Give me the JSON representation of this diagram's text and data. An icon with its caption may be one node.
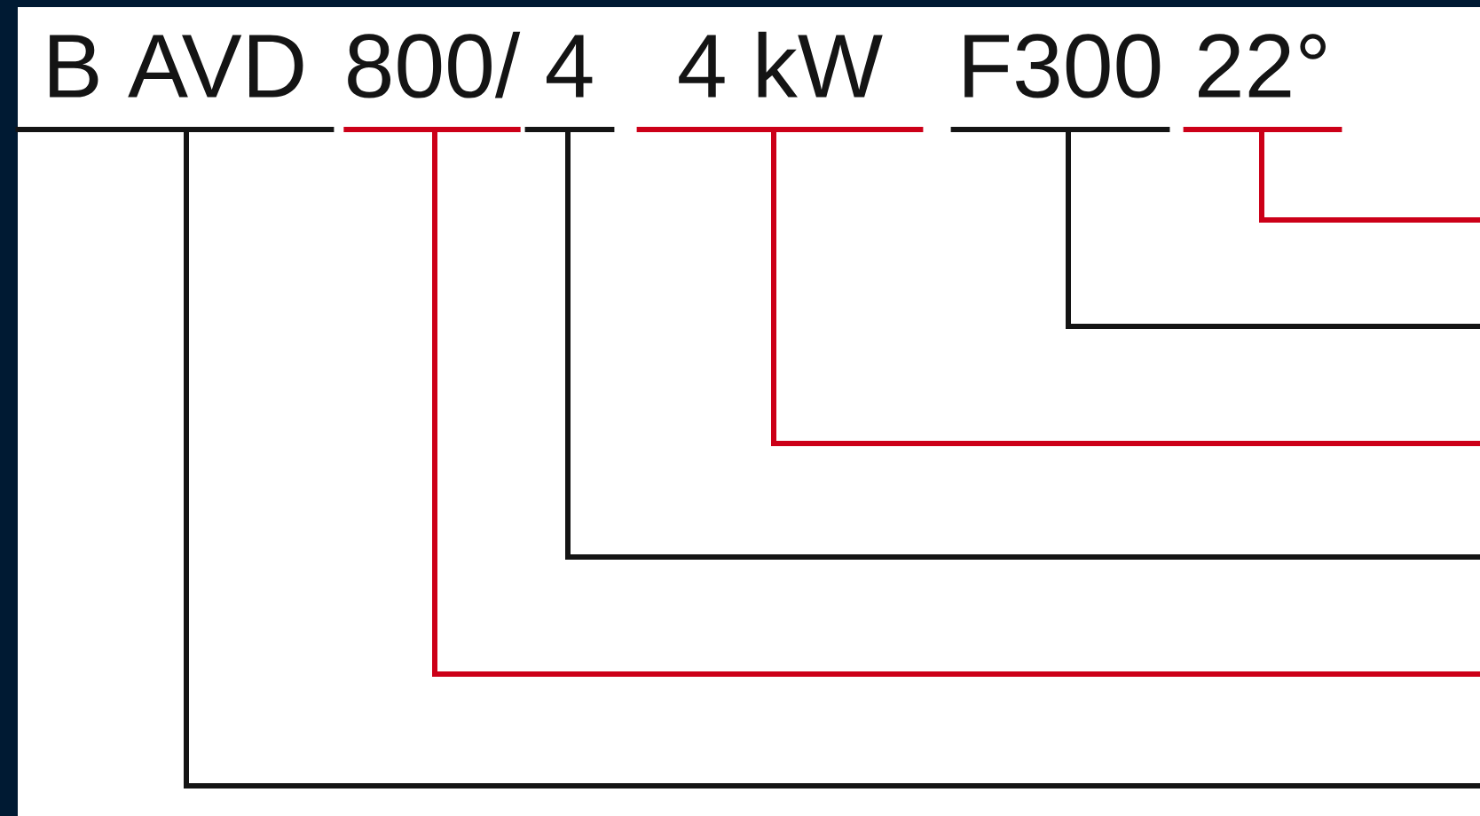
{
  "diagram": {
    "nodes": [
      {
        "text": [
          "B AVD"
        ]
      },
      {
        "text": [
          "800/"
        ]
      },
      {
        "text": [
          "4"
        ]
      },
      {
        "text": [
          "4 kW"
        ]
      },
      {
        "text": [
          "F300"
        ]
      },
      {
        "text": [
          "22°"
        ]
      }
    ],
    "edges": [
      {
        "from": 0,
        "to": null,
        "arrow": "none"
      },
      {
        "from": 1,
        "to": null,
        "arrow": "none",
        "color": "#cc0018"
      },
      {
        "from": 2,
        "to": null,
        "arrow": "none"
      },
      {
        "from": 3,
        "to": null,
        "arrow": "none",
        "color": "#cc0018"
      },
      {
        "from": 4,
        "to": null,
        "arrow": "none"
      },
      {
        "from": 5,
        "to": null,
        "arrow": "none",
        "color": "#cc0018"
      }
    ]
  }
}
